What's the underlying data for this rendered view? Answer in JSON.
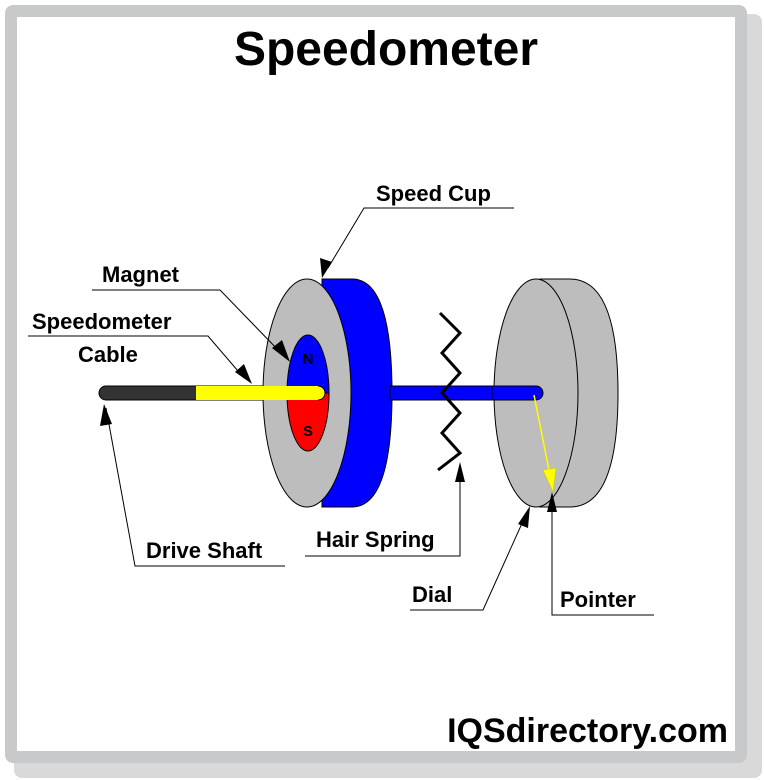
{
  "title": "Speedometer",
  "labels": {
    "speed_cup": "Speed Cup",
    "magnet": "Magnet",
    "speedometer_cable_line1": "Speedometer",
    "speedometer_cable_line2": "Cable",
    "drive_shaft": "Drive Shaft",
    "hair_spring": "Hair Spring",
    "dial": "Dial",
    "pointer": "Pointer"
  },
  "magnet_poles": {
    "north": "N",
    "south": "S"
  },
  "brand": "IQSdirectory.com",
  "colors": {
    "speed_cup": "#0000ff",
    "disc_gray": "#bdbdbd",
    "magnet_south": "#ff0000",
    "cable": "#ffff00",
    "drive_shaft": "#333333",
    "frame": "#c8c9cb"
  }
}
